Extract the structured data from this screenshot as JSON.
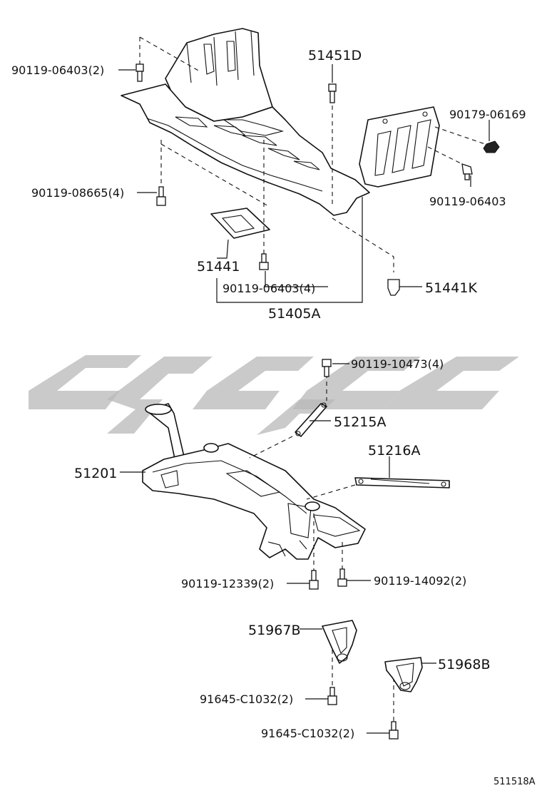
{
  "diagram": {
    "figure_number": "511518A",
    "part_labels": {
      "p_90119_06403_2": "90119-06403(2)",
      "p_51451D": "51451D",
      "p_90179_06169": "90179-06169",
      "p_90119_08665_4": "90119-08665(4)",
      "p_90119_06403": "90119-06403",
      "p_51441": "51441",
      "p_90119_06403_4": "90119-06403(4)",
      "p_51441K": "51441K",
      "p_51405A": "51405A",
      "p_90119_10473_4": "90119-10473(4)",
      "p_51215A": "51215A",
      "p_51216A": "51216A",
      "p_51201": "51201",
      "p_90119_12339_2": "90119-12339(2)",
      "p_90119_14092_2": "90119-14092(2)",
      "p_51967B": "51967B",
      "p_51968B": "51968B",
      "p_91645_C1032_2a": "91645-C1032(2)",
      "p_91645_C1032_2b": "91645-C1032(2)"
    },
    "watermark_color": "#b8b8b8"
  }
}
